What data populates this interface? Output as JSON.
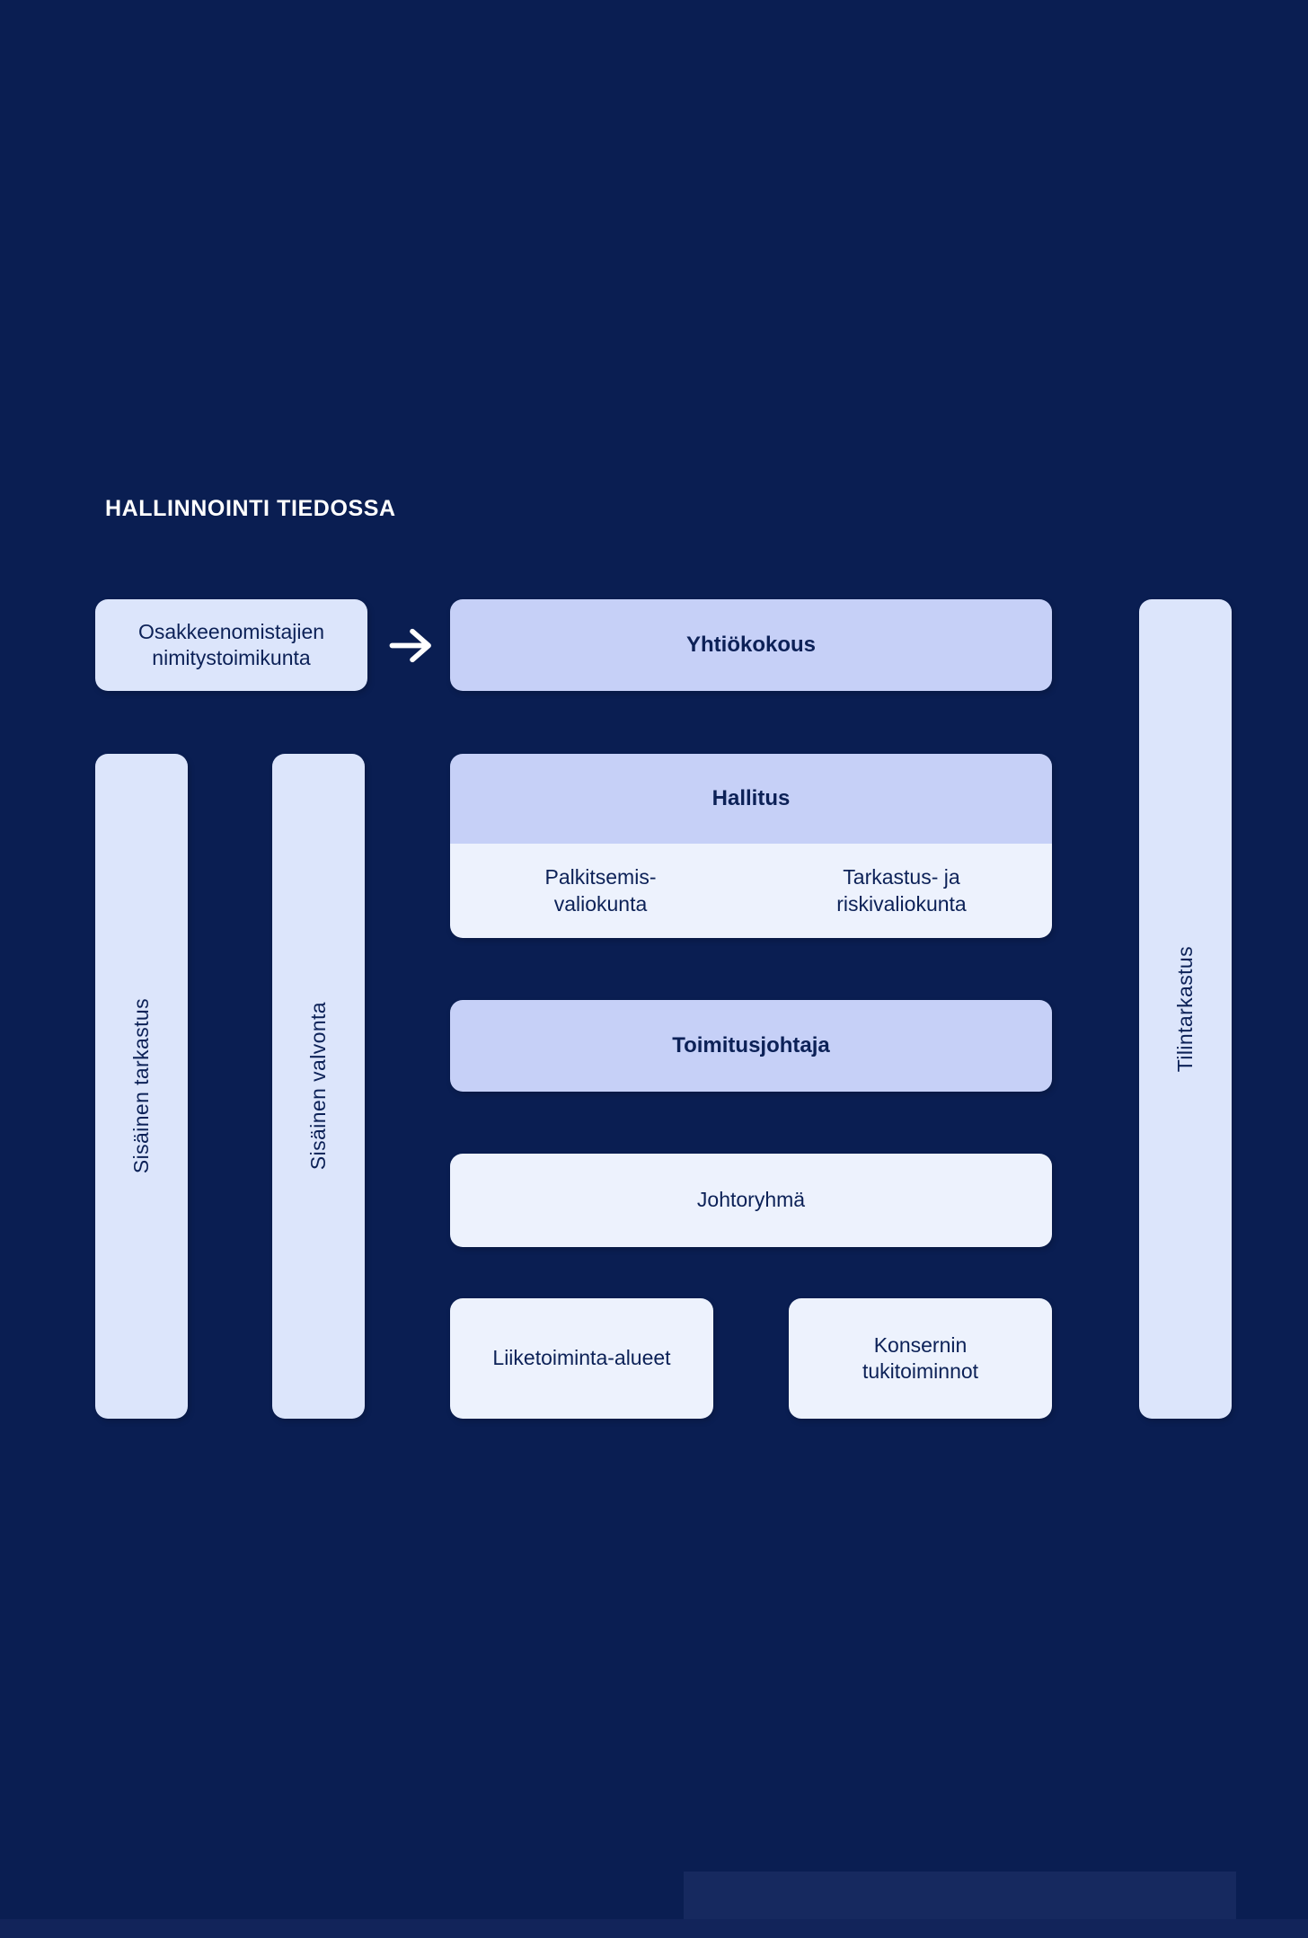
{
  "title": "HALLINNOINTI TIEDOSSA",
  "colors": {
    "background": "#0a1e52",
    "node_primary": "#c6d0f7",
    "node_light": "#edf2fd",
    "node_side": "#dce5fb",
    "text_dark": "#0c2157",
    "title_text": "#ffffff",
    "footer_bar": "#16295f",
    "bottom_strip": "#12245a"
  },
  "diagram": {
    "nodes": {
      "nimitystoimikunta": {
        "label": "Osakkeenomistajien\nnimitystoimikunta"
      },
      "yhtiokokous": {
        "label": "Yhtiökokous"
      },
      "hallitus": {
        "label": "Hallitus"
      },
      "palkitsemisvaliokunta": {
        "label": "Palkitsemis-\nvaliokunta"
      },
      "tarkastus_riskivaliokunta": {
        "label": "Tarkastus- ja\nriskivaliokunta"
      },
      "toimitusjohtaja": {
        "label": "Toimitusjohtaja"
      },
      "johtoryhma": {
        "label": "Johtoryhmä"
      },
      "liiketoiminta_alueet": {
        "label": "Liiketoiminta-alueet"
      },
      "konsernin_tukitoiminnot": {
        "label": "Konsernin\ntukitoiminnot"
      },
      "sisainen_tarkastus": {
        "label": "Sisäinen tarkastus"
      },
      "sisainen_valvonta": {
        "label": "Sisäinen valvonta"
      },
      "tilintarkastus": {
        "label": "Tilintarkastus"
      }
    },
    "arrow_icon": "right-arrow"
  }
}
